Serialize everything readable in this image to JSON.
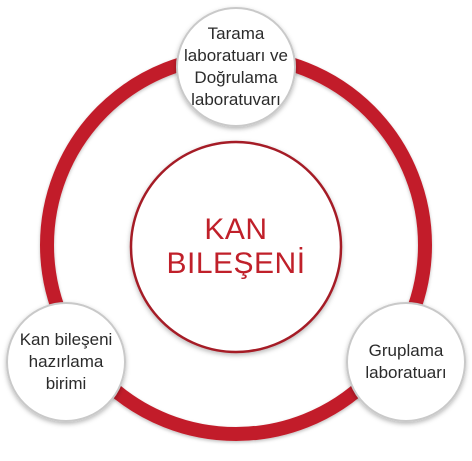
{
  "diagram": {
    "center": {
      "line1": "KAN",
      "line2": "BILEŞENİ"
    },
    "nodes": [
      {
        "id": "top",
        "label": "Tarama laboratuarı ve Doğrulama laboratuvarı"
      },
      {
        "id": "right",
        "label": "Gruplama laboratuarı"
      },
      {
        "id": "left",
        "label": "Kan bileşeni hazırlama birimi"
      }
    ],
    "colors": {
      "ring": "#c21f2b",
      "center_border": "#a51c27",
      "center_text": "#c0202a",
      "node_border": "#c9c9c9",
      "node_fill": "#ffffff",
      "text": "#2b2b2b"
    }
  }
}
